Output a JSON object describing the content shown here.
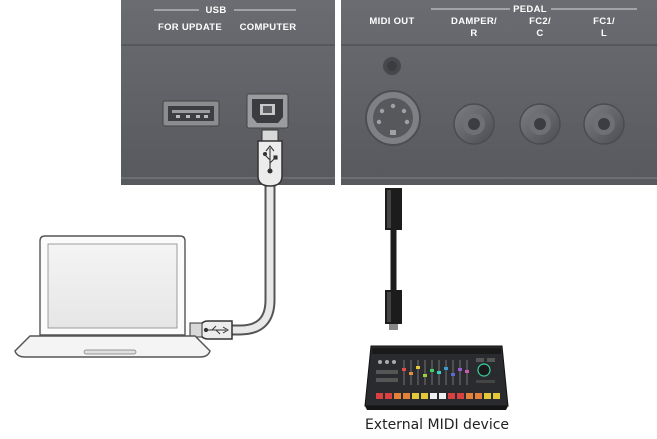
{
  "usb_panel": {
    "group_label": "USB",
    "port_labels": [
      "FOR UPDATE",
      "COMPUTER"
    ]
  },
  "midi_panel": {
    "midi_out_label": "MIDI OUT",
    "pedal_group_label": "PEDAL",
    "pedal_jacks": [
      {
        "line1": "DAMPER/",
        "line2": "R"
      },
      {
        "line1": "FC2/",
        "line2": "C"
      },
      {
        "line1": "FC1/",
        "line2": "L"
      }
    ]
  },
  "device_caption": "External MIDI device",
  "colors": {
    "panel": "#5f6166",
    "panel_dark": "#4a4c50",
    "cable_black": "#1c1c1c",
    "laptop_outline": "#555555"
  }
}
